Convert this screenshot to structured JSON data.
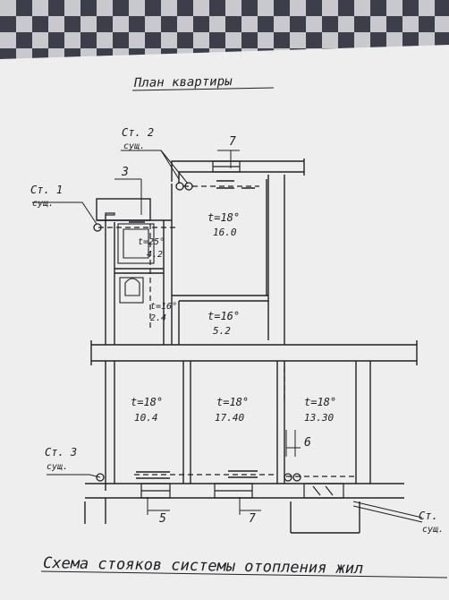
{
  "title": "План квартиры",
  "risers": [
    {
      "code": "Ст. 1",
      "status": "сущ."
    },
    {
      "code": "Ст. 2",
      "status": "сущ."
    },
    {
      "code": "Ст. 3",
      "status": "сущ."
    },
    {
      "code": "Ст.",
      "status": "сущ."
    }
  ],
  "rooms": [
    {
      "temp": "t=25°",
      "area": "4.2"
    },
    {
      "temp": "t=18°",
      "area": "16.0"
    },
    {
      "temp": "t=16°",
      "area": "2.4"
    },
    {
      "temp": "t=16°",
      "area": "5.2"
    },
    {
      "temp": "t=18°",
      "area": "10.4"
    },
    {
      "temp": "t=18°",
      "area": "17.40"
    },
    {
      "temp": "t=18°",
      "area": "13.30"
    }
  ],
  "radiator_labels": [
    "3",
    "7",
    "5",
    "7",
    "6"
  ],
  "caption": "Схема стояков системы отопления жил"
}
